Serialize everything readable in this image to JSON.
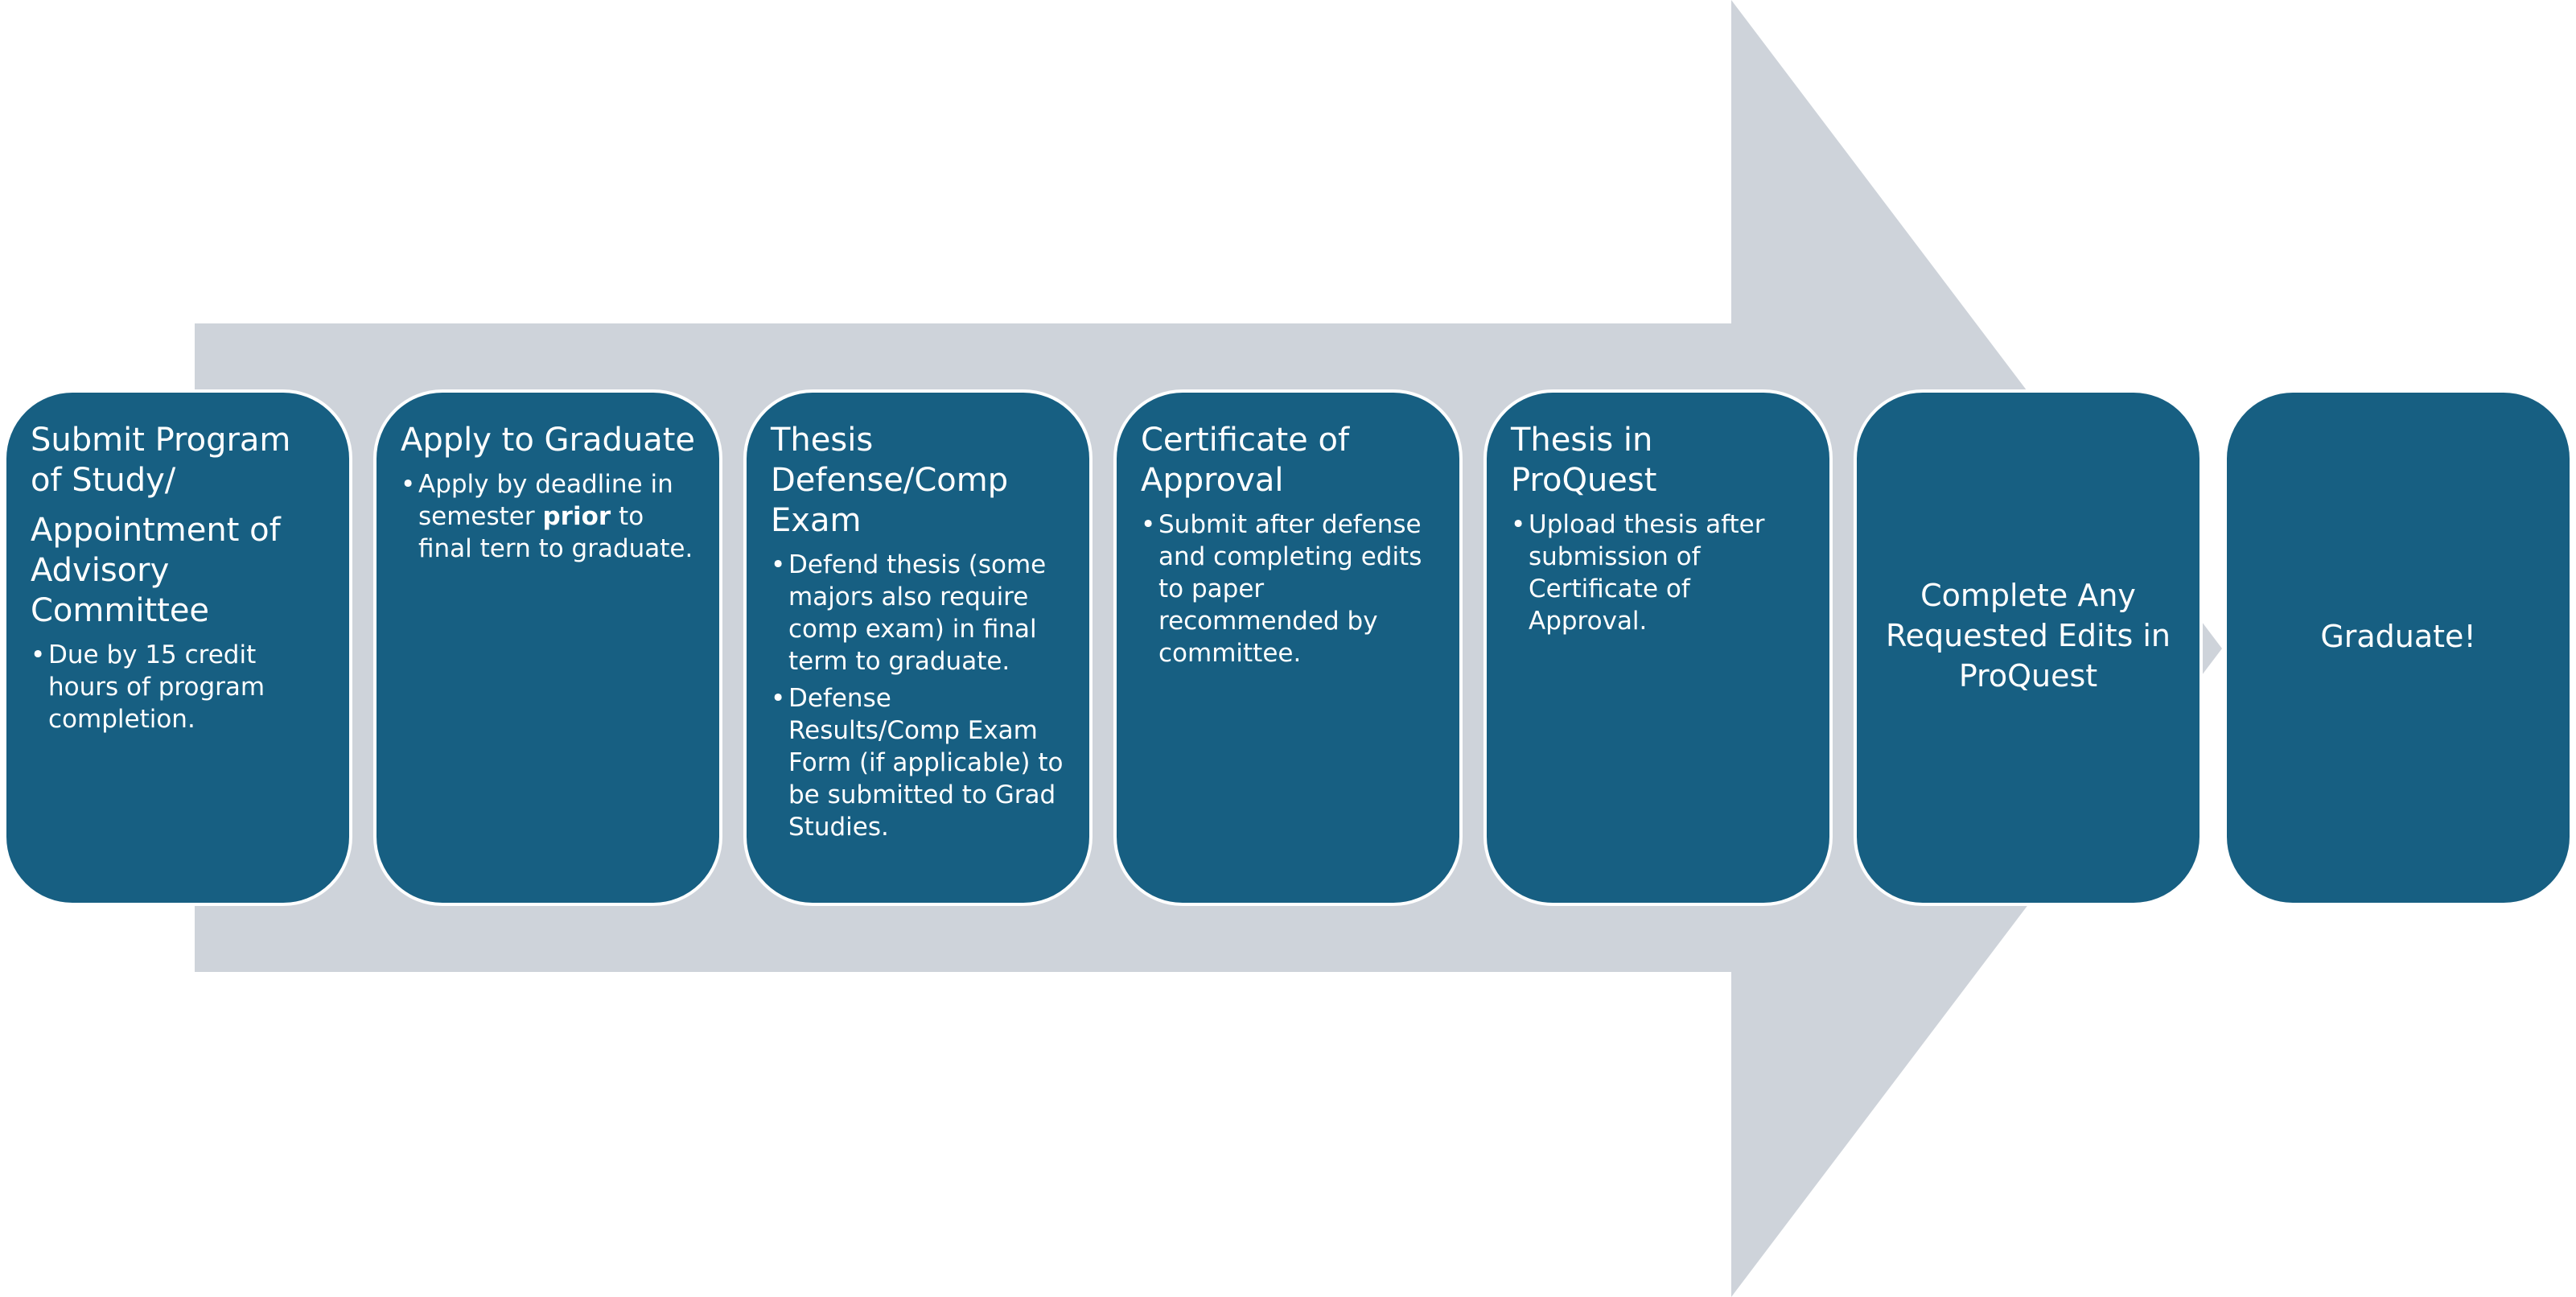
{
  "colors": {
    "arrow": "#ced3da",
    "box_fill": "#175f82",
    "box_border": "#ffffff",
    "text": "#ffffff"
  },
  "steps": [
    {
      "title": "Submit Program of Study/",
      "subtitle": "Appointment of Advisory Committee",
      "bullets": [
        {
          "pre": "Due by 15 credit hours of program completion.",
          "bold": "",
          "post": ""
        }
      ]
    },
    {
      "title": "Apply to Graduate",
      "bullets": [
        {
          "pre": "Apply by deadline in semester ",
          "bold": "prior",
          "post": " to final tern to graduate."
        }
      ]
    },
    {
      "title": "Thesis Defense/Comp Exam",
      "bullets": [
        {
          "pre": "Defend thesis (some majors also require comp exam) in final term to graduate.",
          "bold": "",
          "post": ""
        },
        {
          "pre": "Defense Results/Comp Exam Form (if applicable) to be submitted to Grad Studies.",
          "bold": "",
          "post": ""
        }
      ]
    },
    {
      "title": "Certificate of Approval",
      "bullets": [
        {
          "pre": "Submit after defense and completing edits to paper recommended by committee.",
          "bold": "",
          "post": ""
        }
      ]
    },
    {
      "title": "Thesis in ProQuest",
      "bullets": [
        {
          "pre": "Upload thesis after submission of Certificate of Approval.",
          "bold": "",
          "post": ""
        }
      ]
    },
    {
      "title": "Complete  Any Requested Edits in ProQuest"
    },
    {
      "title": "Graduate!"
    }
  ]
}
